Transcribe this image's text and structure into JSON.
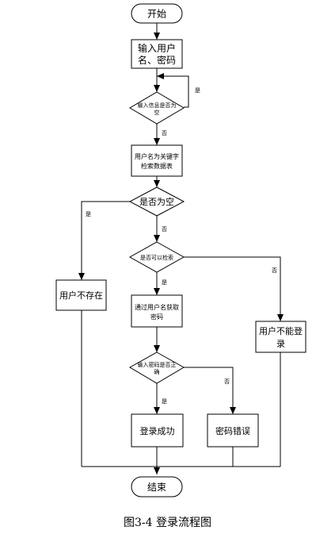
{
  "flow": {
    "start": "开始",
    "input": [
      "输入用户",
      "名、密码"
    ],
    "check_empty_input": [
      "输入信息是否为",
      "空"
    ],
    "search": [
      "用户名为关键字",
      "检索数据表"
    ],
    "result_empty": "是否为空",
    "can_search": "是否可以检索",
    "get_password": [
      "通过用户名获取",
      "密码"
    ],
    "user_not_exist": "用户不存在",
    "user_cannot_login": [
      "用户不能登",
      "录"
    ],
    "check_password": [
      "输入密码是否正",
      "确"
    ],
    "login_success": "登录成功",
    "password_error": "密码错误",
    "end": "结束",
    "yes": "是",
    "no": "否"
  },
  "caption": "图3-4  登录流程图"
}
